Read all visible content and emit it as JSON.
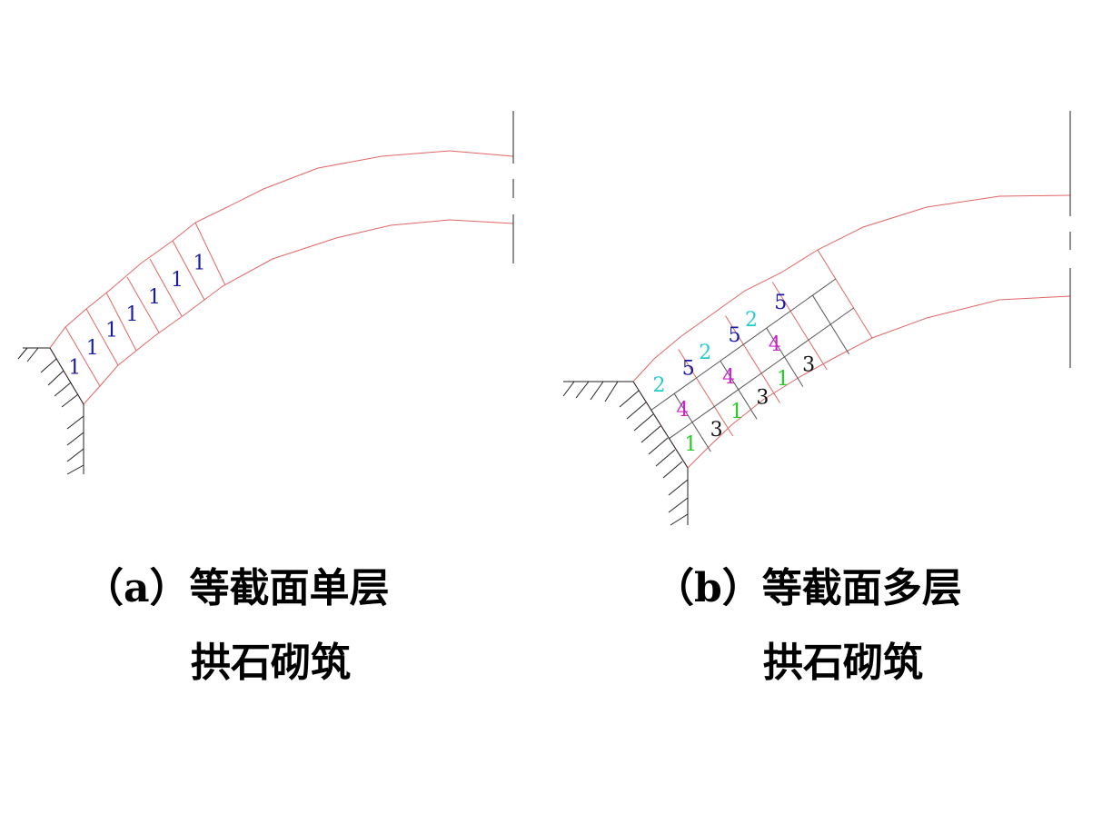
{
  "colors": {
    "outline": "#e06666",
    "grid": "#555555",
    "hatch": "#222222",
    "stone_1_single": "#1a1aa8",
    "stone_1": "#22cc22",
    "stone_2": "#22cccc",
    "stone_3": "#111111",
    "stone_4": "#cc22cc",
    "stone_5": "#1a1aa8"
  },
  "figure_a": {
    "caption_line1": "（a）等截面单层",
    "caption_line2": "拱石砌筑",
    "stones": [
      "1",
      "1",
      "1",
      "1",
      "1",
      "1",
      "1"
    ]
  },
  "figure_b": {
    "caption_line1": "（b）等截面多层",
    "caption_line2": "拱石砌筑",
    "stones": [
      [
        "1",
        "4",
        "2"
      ],
      [
        "3",
        "5"
      ],
      [
        "1",
        "4",
        "2"
      ],
      [
        "3",
        "5"
      ],
      [
        "1",
        "4",
        "2"
      ],
      [
        "3",
        "5"
      ]
    ]
  }
}
